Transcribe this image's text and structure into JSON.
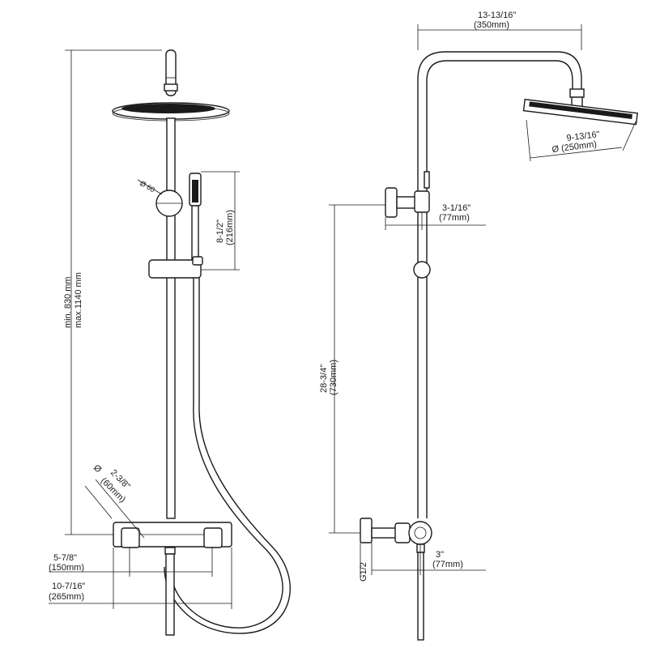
{
  "dimensions": {
    "front_height_min": "min. 830 mm",
    "front_height_max": "max.1140 mm",
    "handshower_len_in": "8-1/2\"",
    "handshower_len_mm": "(216mm)",
    "holder_dia": "Ø 60",
    "knob_dia_symbol": "Ø",
    "knob_dia_in": "2-3/8\"",
    "knob_dia_mm": "(60mm)",
    "centers_in": "5-7/8\"",
    "centers_mm": "(150mm)",
    "overall_in": "10-7/16\"",
    "overall_mm": "(265mm)",
    "arm_reach_in": "13-13/16\"",
    "arm_reach_mm": "(350mm)",
    "head_dia_in": "9-13/16\"",
    "head_dia_mm": "Ø (250mm)",
    "bracket_proj_in": "3-1/16\"",
    "bracket_proj_mm": "(77mm)",
    "riser_height_in": "28-3/4\"",
    "riser_height_mm": "(730mm)",
    "thread": "G1/2",
    "valve_proj_in": "3\"",
    "valve_proj_mm": "(77mm)"
  }
}
